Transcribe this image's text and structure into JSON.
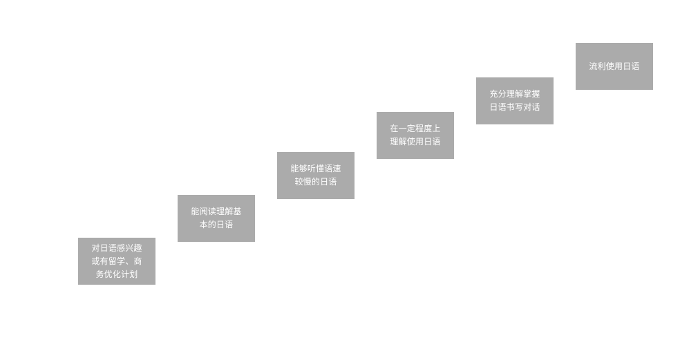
{
  "steps": [
    {
      "text": "对日语感兴趣\n或有留学、商\n务优化计划"
    },
    {
      "text": "能阅读理解基\n本的日语"
    },
    {
      "text": "能够听懂语速\n较慢的日语"
    },
    {
      "text": "在一定程度上\n理解使用日语"
    },
    {
      "text": "充分理解掌握\n日语书写对话"
    },
    {
      "text": "流利使用日语"
    }
  ]
}
